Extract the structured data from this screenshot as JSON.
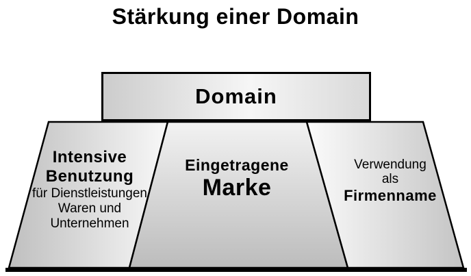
{
  "title": "Stärkung einer Domain",
  "top_box": {
    "label": "Domain"
  },
  "pillars": {
    "left": {
      "line1": "Intensive",
      "line2": "Benutzung",
      "line3": "für Dienstleistungen",
      "line4": "Waren und",
      "line5": "Unternehmen"
    },
    "center": {
      "line1": "Eingetragene",
      "line2": "Marke"
    },
    "right": {
      "line1": "Verwendung",
      "line2": "als",
      "line3": "Firmenname"
    }
  },
  "colors": {
    "outline": "#000000",
    "background": "#ffffff",
    "text": "#000000",
    "gradient_dark": "#bfbfbf",
    "gradient_light": "#f8f8f8",
    "box_gradient_mid": "#f6f6f6",
    "base_bar": "#000000"
  }
}
